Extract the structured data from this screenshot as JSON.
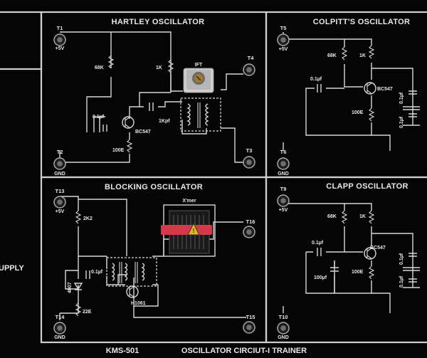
{
  "colors": {
    "board": "#050505",
    "silk": "#e0e0e0",
    "socket": "#6e6e6e",
    "ift_shell": "#c9c9c9",
    "ift_core": "#8a6a2a",
    "xmer_band": "#d63a4a",
    "warning": "#e8b21f"
  },
  "hartley": {
    "title": "HARTLEY OSCILLATOR",
    "t1": "T1",
    "t1_volt": "+5V",
    "t2": "T2",
    "t2_gnd": "GND",
    "t3": "T3",
    "t4": "T4",
    "r68k": "68K",
    "r1k": "1K",
    "c01uf": "0.1µf",
    "c1kpf": "1Kpf",
    "bc547": "BC547",
    "r100e": "100E",
    "ift": "IFT"
  },
  "colpitts": {
    "title": "COLPITT'S OSCILLATOR",
    "t5": "T5",
    "t5_volt": "+5V",
    "t6": "T6",
    "t6_gnd": "GND",
    "r68k": "68K",
    "r1k": "1K",
    "c01uf": "0.1µf",
    "bc547": "BC547",
    "r100e": "100E",
    "cr1": "0.1µf",
    "cr2": "0.1µf"
  },
  "blocking": {
    "title": "BLOCKING OSCILLATOR",
    "t13": "T13",
    "t13_volt": "+5V",
    "t14": "T14",
    "t14_gnd": "GND",
    "t15": "T15",
    "t16": "T16",
    "r2k2": "2K2",
    "c01uf": "0.1µf",
    "d4007": "4007",
    "r22e": "22E",
    "h1061": "H1061",
    "xmer": "X'mer"
  },
  "clapp": {
    "title": "CLAPP OSCILLATOR",
    "t9": "T9",
    "t9_volt": "+5V",
    "t10": "T10",
    "t10_gnd": "GND",
    "r68k": "68K",
    "r1k": "1K",
    "c01uf": "0.1µf",
    "bc547": "BC547",
    "r100e": "100E",
    "c100uf": "100µf",
    "cr1": "0.1µf",
    "cr2": "0.1µf"
  },
  "supply": {
    "label": "UPPLY"
  },
  "footer": {
    "model": "KMS-501",
    "product": "OSCILLATOR CIRCIUT-I TRAINER"
  }
}
